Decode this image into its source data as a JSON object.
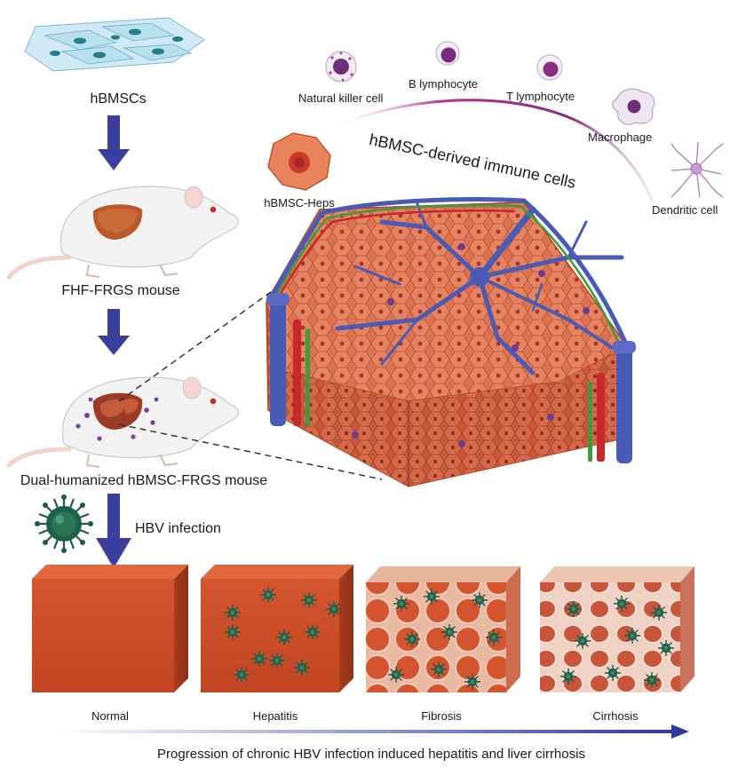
{
  "workflow": {
    "step1_label": "hBMSCs",
    "step2_label": "FHF-FRGS mouse",
    "step3_label": "Dual-humanized hBMSC-FRGS mouse",
    "infection_label": "HBV infection"
  },
  "liver_model": {
    "hepatocyte_label": "hBMSC-Heps",
    "immune_arc_label": "hBMSC-derived immune cells"
  },
  "immune_cells": [
    {
      "label": "Natural killer cell"
    },
    {
      "label": "B lymphocyte"
    },
    {
      "label": "T lymphocyte"
    },
    {
      "label": "Macrophage"
    },
    {
      "label": "Dendritic cell"
    }
  ],
  "stages": [
    {
      "label": "Normal"
    },
    {
      "label": "Hepatitis"
    },
    {
      "label": "Fibrosis"
    },
    {
      "label": "Cirrhosis"
    }
  ],
  "progression_label": "Progression of chronic HBV infection induced hepatitis and liver cirrhosis",
  "colors": {
    "arrow": "#3a3f9e",
    "liver": "#d9603d",
    "liver_dark": "#a8432a",
    "vein": "#4a5bb5",
    "artery": "#c8282b",
    "bile": "#3f9a3c",
    "immune_purple": "#8b3a8f",
    "virus": "#1f5a43",
    "progress_line": "#2f3a96"
  }
}
